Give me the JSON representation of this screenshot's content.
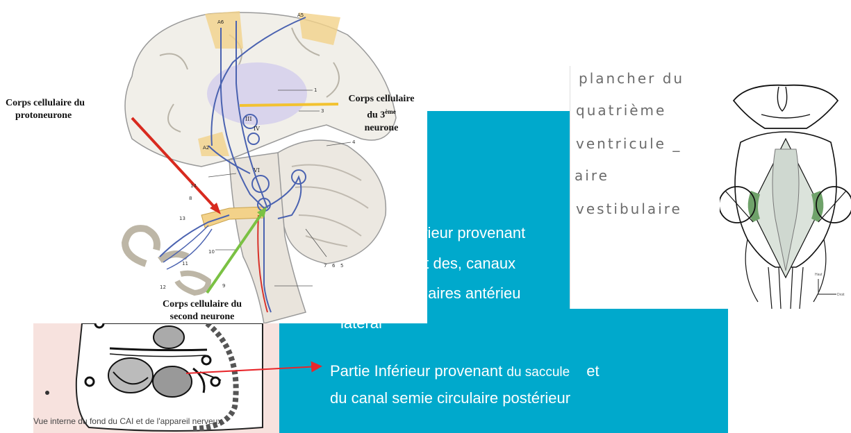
{
  "teal_slide": {
    "lines": [
      "érieur provenant",
      "et des, canaux",
      "ulaires antérieu",
      "latéral"
    ],
    "lower_line1_main": "Partie Inférieur provenant ",
    "lower_line1_small": "du saccule",
    "lower_line1_end": "et",
    "lower_line2": "du canal semie circulaire postérieur"
  },
  "pink_panel": {
    "caption": "Vue interne du fond du CAI et de l'appareil nerveux",
    "markers": [
      "o",
      "o",
      "o",
      "o"
    ]
  },
  "brain_diagram": {
    "label_proto_line1": "Corps cellulaire du",
    "label_proto_line2": "protoneurone",
    "label_third_line1": "Corps cellulaire",
    "label_third_line2": "du 3",
    "label_third_sup": "ème",
    "label_third_line3": "neurone",
    "label_second_line1": "Corps cellulaire du",
    "label_second_line2": "second neurone",
    "area_labels": [
      "A6",
      "A5",
      "A2"
    ],
    "nerve_labels": [
      "III",
      "IV",
      "VI"
    ],
    "numbers": [
      "1",
      "3",
      "4",
      "5",
      "6",
      "7",
      "8",
      "9",
      "10",
      "11",
      "12",
      "13",
      "14"
    ]
  },
  "brainstem_panel": {
    "words": [
      "plancher du",
      "quatrième",
      "ventricule _",
      "aire",
      "vestibulaire"
    ],
    "scale_labels": [
      "Haut",
      "Droit"
    ]
  }
}
